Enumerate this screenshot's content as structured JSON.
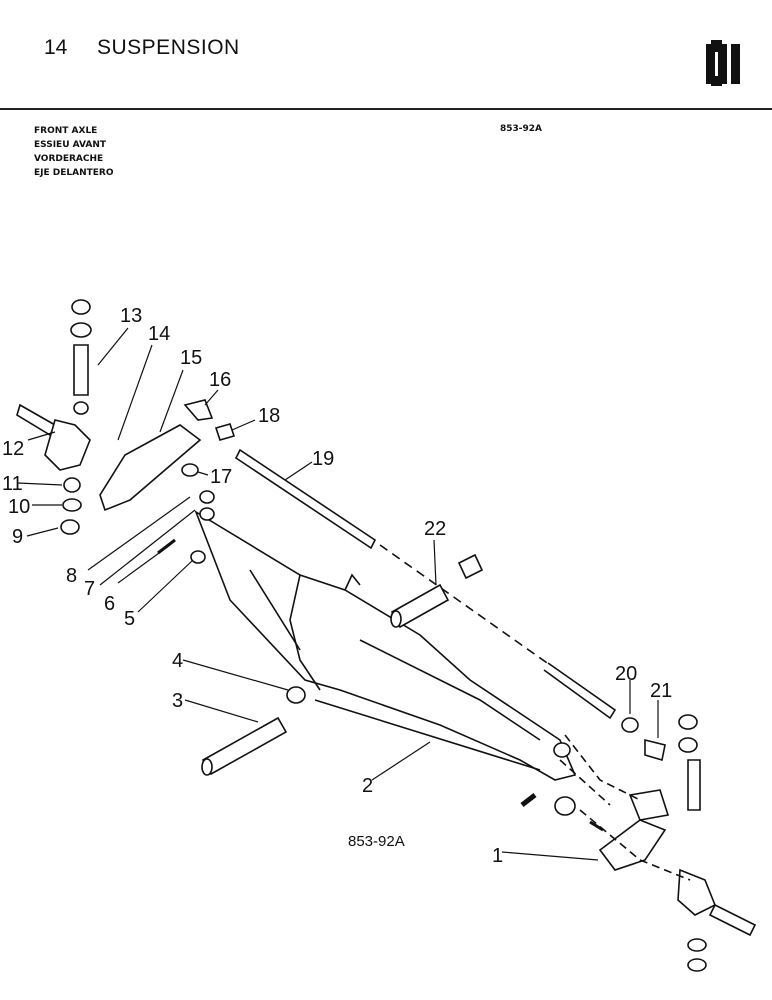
{
  "header": {
    "section_number": "14",
    "section_title": "SUSPENSION",
    "logo_icon": "ih-logo-icon"
  },
  "captions": [
    "FRONT AXLE",
    "ESSIEU AVANT",
    "VORDERACHE",
    "EJE DELANTERO"
  ],
  "reference_code": "853-92A",
  "figure_code": "853-92A",
  "callouts": {
    "c1": "1",
    "c2": "2",
    "c3": "3",
    "c4": "4",
    "c5": "5",
    "c6": "6",
    "c7": "7",
    "c8": "8",
    "c9": "9",
    "c10": "10",
    "c11": "11",
    "c12": "12",
    "c13": "13",
    "c14": "14",
    "c15": "15",
    "c16": "16",
    "c17": "17",
    "c18": "18",
    "c19": "19",
    "c20": "20",
    "c21": "21",
    "c22": "22"
  }
}
